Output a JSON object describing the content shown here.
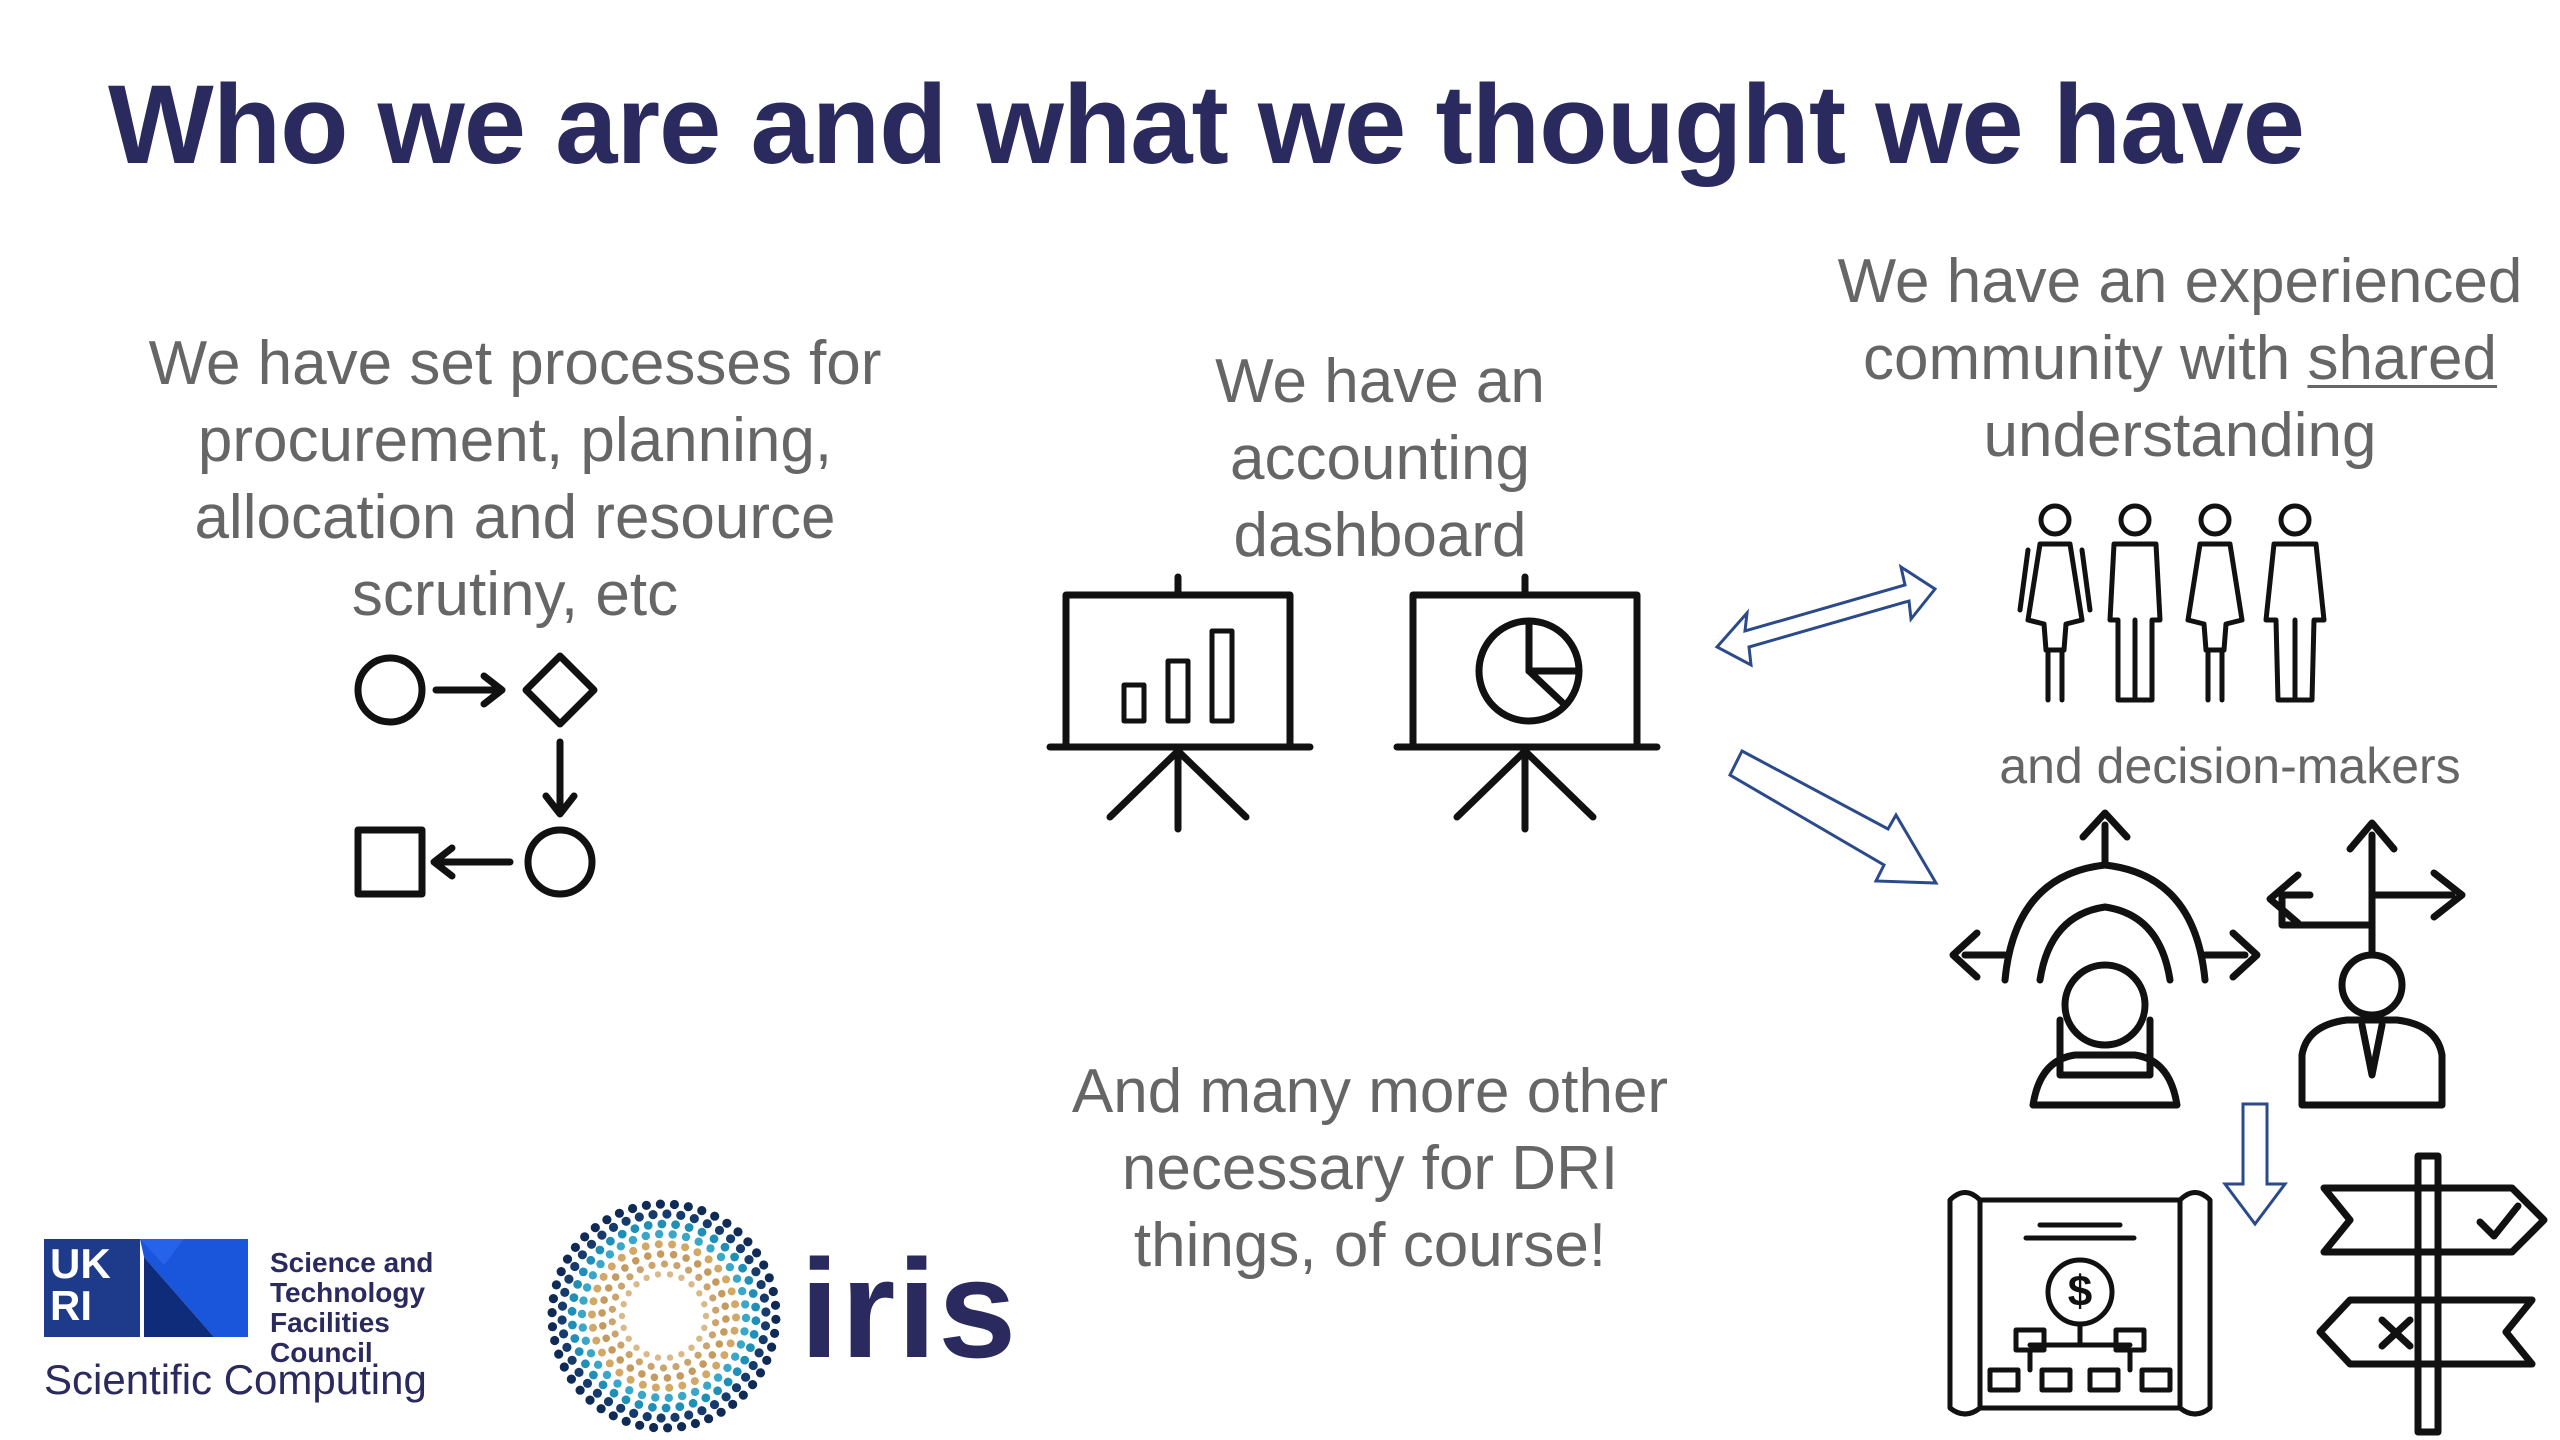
{
  "slide": {
    "title": "Who we are and what we thought we have",
    "processes_text": "We have set processes for procurement, planning, allocation and resource scrutiny, etc",
    "accounting_text": "We have an accounting dashboard",
    "community_text_pre": "We have an experienced community with ",
    "community_text_underlined": "shared",
    "community_text_post": " understanding",
    "decision_makers_text": "and decision-makers",
    "more_text": "And many more other necessary for DRI things, of course!"
  },
  "logos": {
    "ukri_mark": "UK RI",
    "council_name": "Science and Technology Facilities Council",
    "department": "Scientific Computing",
    "iris_name": "iris"
  },
  "icons": [
    "process-flow-icon",
    "bar-chart-presentation-icon",
    "pie-chart-presentation-icon",
    "double-arrow-icon",
    "arrow-down-right-icon",
    "people-group-icon",
    "decision-maker-woman-icon",
    "decision-maker-man-icon",
    "arrow-down-icon",
    "financial-plan-icon",
    "signpost-icon"
  ],
  "colors": {
    "title": "#2b2a5e",
    "body_text": "#666666",
    "arrow_outline": "#2b4a8a",
    "ukri_blue": "#1e3a8a"
  }
}
